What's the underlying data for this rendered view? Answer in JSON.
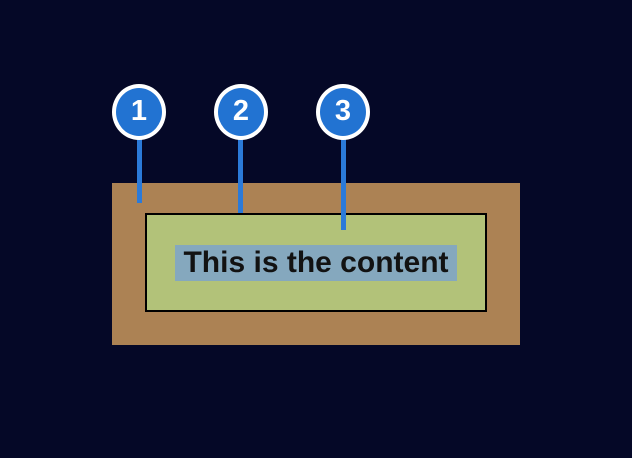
{
  "diagram": {
    "title": "box-layers-callout-diagram",
    "content_text": "This is the content",
    "callouts": [
      {
        "number": "1",
        "points_to": "outer-box-area"
      },
      {
        "number": "2",
        "points_to": "inner-box-border"
      },
      {
        "number": "3",
        "points_to": "inner-box-area"
      }
    ],
    "colors": {
      "background": "#050827",
      "outer_box": "#ac8254",
      "inner_box": "#b2c279",
      "inner_box_border": "#000000",
      "content_highlight": "#85a8be",
      "content_text": "#121212",
      "callout_fill": "#2273d2",
      "callout_ring": "#ffffff",
      "callout_number": "#ffffff",
      "callout_line": "#2b7ad9"
    }
  }
}
